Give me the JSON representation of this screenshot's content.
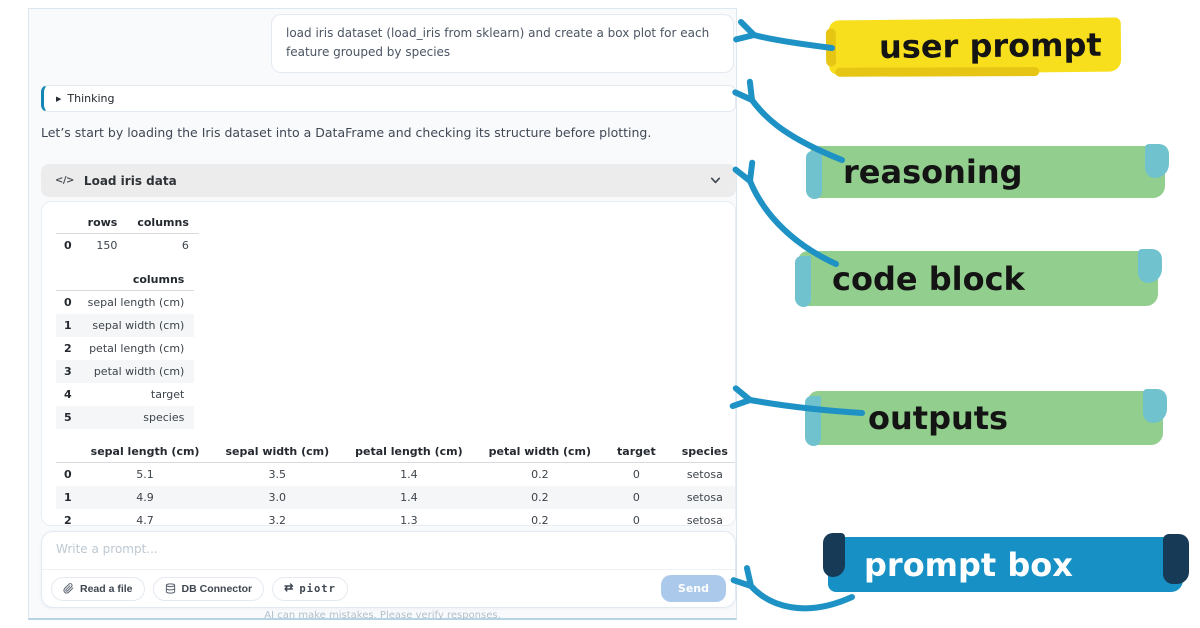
{
  "app": {
    "user_prompt": "load iris dataset (load_iris from sklearn) and create a box plot for each feature grouped by species",
    "thinking": {
      "marker": "▶",
      "label": "Thinking"
    },
    "assistant_text": "Let’s start by loading the Iris dataset into a DataFrame and checking its structure before plotting.",
    "code_block": {
      "icon_glyph": "</>",
      "title": "Load iris data"
    },
    "outputs": {
      "shape_table": {
        "headers": [
          "",
          "rows",
          "columns"
        ],
        "rows": [
          [
            "0",
            "150",
            "6"
          ]
        ]
      },
      "columns_table": {
        "headers": [
          "",
          "columns"
        ],
        "rows": [
          [
            "0",
            "sepal length (cm)"
          ],
          [
            "1",
            "sepal width (cm)"
          ],
          [
            "2",
            "petal length (cm)"
          ],
          [
            "3",
            "petal width (cm)"
          ],
          [
            "4",
            "target"
          ],
          [
            "5",
            "species"
          ]
        ]
      },
      "preview_table": {
        "headers": [
          "",
          "sepal length (cm)",
          "sepal width (cm)",
          "petal length (cm)",
          "petal width (cm)",
          "target",
          "species"
        ],
        "rows": [
          [
            "0",
            "5.1",
            "3.5",
            "1.4",
            "0.2",
            "0",
            "setosa"
          ],
          [
            "1",
            "4.9",
            "3.0",
            "1.4",
            "0.2",
            "0",
            "setosa"
          ],
          [
            "2",
            "4.7",
            "3.2",
            "1.3",
            "0.2",
            "0",
            "setosa"
          ]
        ]
      }
    },
    "prompt_box": {
      "placeholder": "Write a prompt...",
      "buttons": [
        {
          "icon": "paperclip",
          "label": "Read a file"
        },
        {
          "icon": "database",
          "label": "DB Connector"
        },
        {
          "icon": "swap",
          "glyph": "⇄",
          "label": "piotr"
        }
      ],
      "send_label": "Send"
    },
    "footer": "AI can make mistakes. Please verify responses."
  },
  "annotations": {
    "user_prompt": {
      "label": "user prompt"
    },
    "reasoning": {
      "label": "reasoning"
    },
    "code_block": {
      "label": "code block"
    },
    "outputs": {
      "label": "outputs"
    },
    "prompt_box": {
      "label": "prompt box"
    }
  },
  "colors": {
    "arrow_teal": "#1E92C4",
    "highlight_yellow": "#F7DF1E",
    "highlight_green": "#92CE8D",
    "highlight_green_accent": "#70C2CE",
    "highlight_blue": "#1791C5",
    "highlight_blue_accent": "#173A57",
    "thinking_accent": "#1287B5",
    "send_button": "#ABC9EA",
    "panel_bg": "#F8FAFC"
  }
}
